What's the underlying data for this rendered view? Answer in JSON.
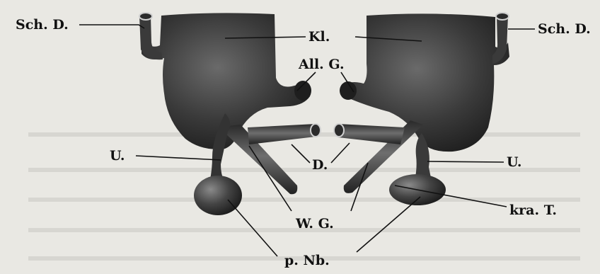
{
  "labels": {
    "sch_d_left": "Sch. D.",
    "sch_d_right": "Sch. D.",
    "kl": "Kl.",
    "all_g": "All. G.",
    "u_left": "U.",
    "u_right": "U.",
    "d": "D.",
    "kra_t": "kra. T.",
    "w_g": "W. G.",
    "p_nb": "p. Nb."
  },
  "colors": {
    "background": "#e9e8e3",
    "organ_dark": "#1c1c1c",
    "organ_mid": "#555555",
    "organ_light": "#8f8f8f",
    "ink": "#111111"
  }
}
